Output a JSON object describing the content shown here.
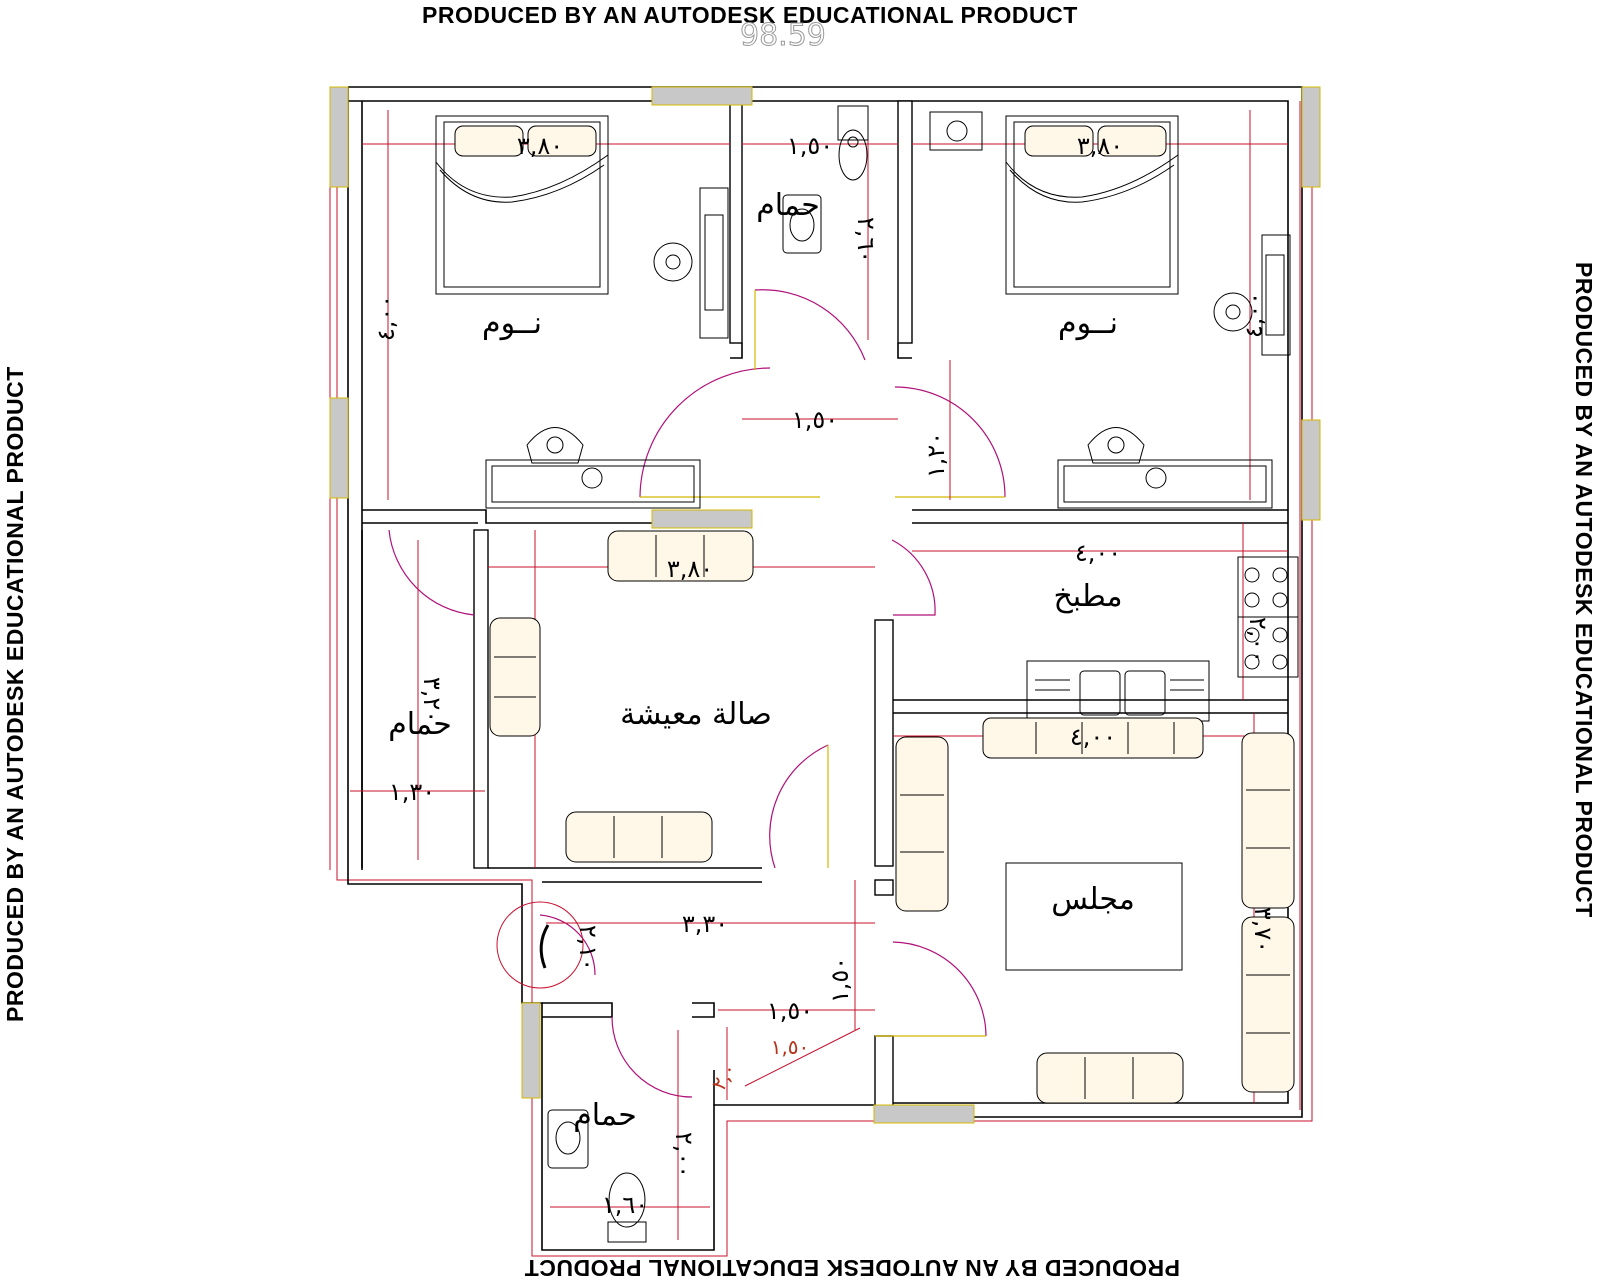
{
  "watermark": {
    "top": "PRODUCED BY AN AUTODESK EDUCATIONAL PRODUCT",
    "bottom": "PRODUCED BY AN AUTODESK EDUCATIONAL PRODUCT",
    "left": "PRODUCED BY AN AUTODESK EDUCATIONAL PRODUCT",
    "right": "PRODUCED BY AN AUTODESK EDUCATIONAL PRODUCT",
    "faint_number": "98.59"
  },
  "rooms": {
    "bedroom_left": "نــوم",
    "bedroom_right": "نــوم",
    "bath_top": "حمام",
    "bath_left": "حمام",
    "bath_bottom": "حمام",
    "living": "صالة معيشة",
    "kitchen": "مطبخ",
    "majlis": "مجلس"
  },
  "dimensions": {
    "bed_left_width": "٣,٨٠",
    "bed_left_depth": "٤,٠٠",
    "bath_top_width": "١,٥٠",
    "bath_top_depth": "٢,٦٠",
    "bed_right_width": "٣,٨٠",
    "bed_right_depth": "٤,٠٠",
    "corridor_width": "١,٥٠",
    "corridor_depth": "١,٢٠",
    "living_width": "٣,٨٠",
    "kitchen_width": "٤,٠٠",
    "kitchen_depth": "٢,٠٠",
    "bath_left_width": "١,٣٠",
    "bath_left_depth": "٣,٢٠",
    "majlis_width": "٤,٠٠",
    "majlis_depth": "٣,٧٠",
    "hall_width": "٣,٣٠",
    "entry_depth": "١,٥٠",
    "small_depth": "٢,١٠",
    "stair_width": "١,٥٠",
    "stair_red": "١,٥٠",
    "stair_side": "٢,٠",
    "bath_bottom_width": "١,٦٠",
    "bath_bottom_depth": "٢,٠٠"
  }
}
